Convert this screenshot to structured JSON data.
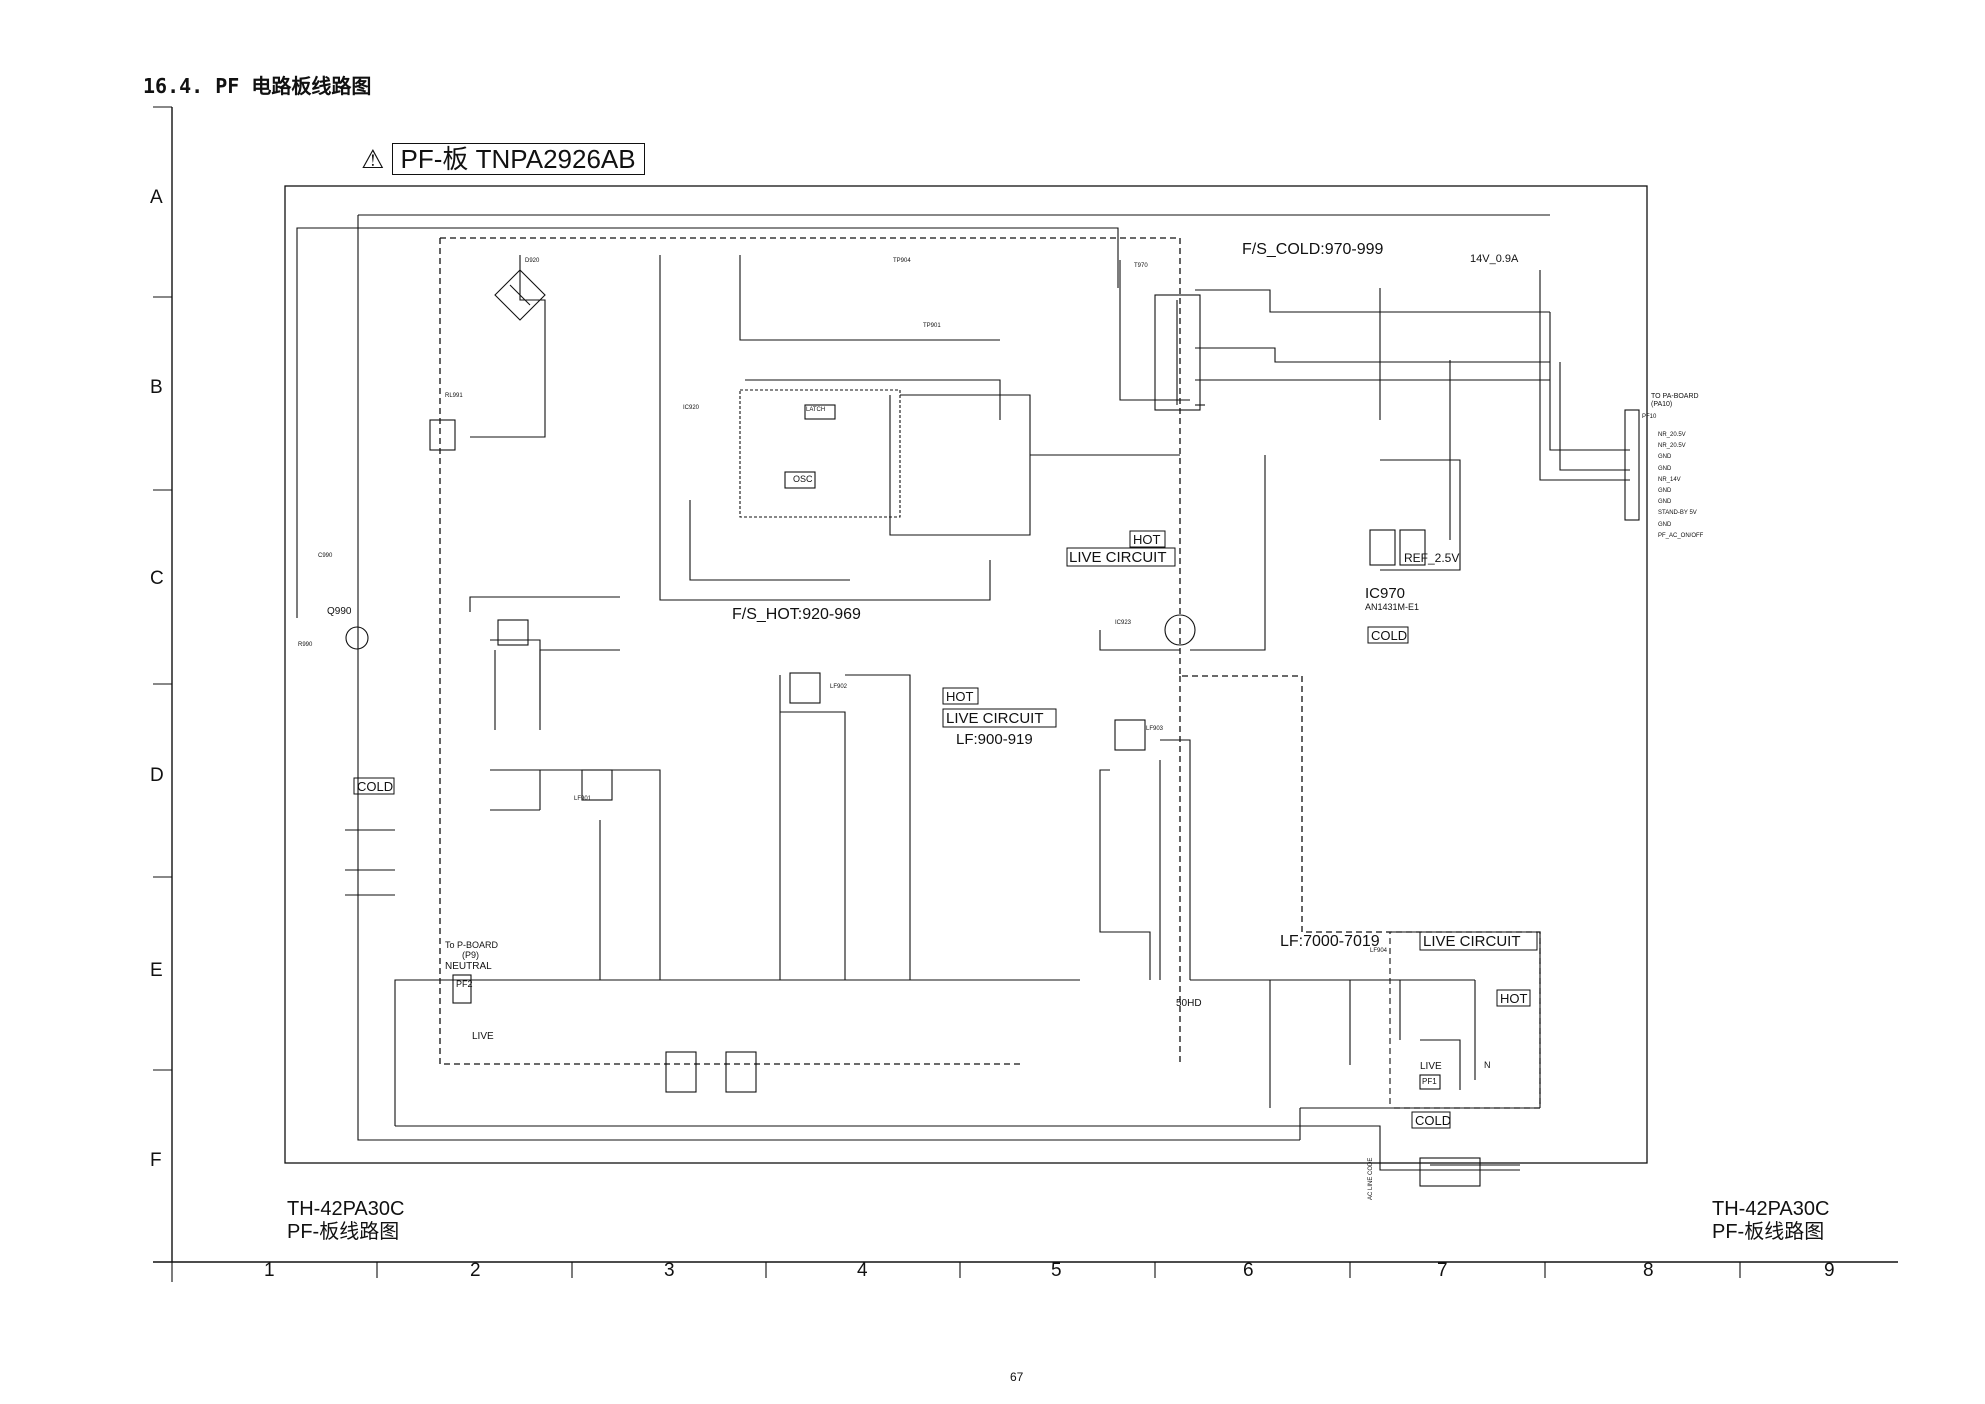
{
  "heading": "16.4. PF 电路板线路图",
  "board": {
    "warning_symbol": "⚠",
    "title": "PF-板 TNPA2926AB"
  },
  "row_labels": [
    "A",
    "B",
    "C",
    "D",
    "E",
    "F"
  ],
  "column_labels": [
    "1",
    "2",
    "3",
    "4",
    "5",
    "6",
    "7",
    "8",
    "9"
  ],
  "model_left": {
    "line1": "TH-42PA30C",
    "line2": "PF-板线路图"
  },
  "model_right": {
    "line1": "TH-42PA30C",
    "line2": "PF-板线路图"
  },
  "page_number": "67",
  "colors": {
    "line": "#111111",
    "background": "#ffffff"
  },
  "blocks": {
    "fs_cold": "F/S_COLD:970-999",
    "fs_hot": "F/S_HOT:920-969",
    "lf_900": "LF:900-919",
    "lf_7000": "LF:7000-7019",
    "hot": "HOT",
    "cold": "COLD",
    "live_circuit": "LIVE CIRCUIT",
    "out_14v": "14V_0.9A",
    "ic970": "IC970",
    "ic970_part": "AN1431M-E1",
    "ref": "REF_2.5V",
    "neutral": "NEUTRAL",
    "live": "LIVE",
    "to_p_board": "To P-BOARD",
    "p9": "(P9)",
    "pf2": "PF2",
    "pf1": "PF1",
    "pf10": "PF10",
    "to_pa_board": "TO PA-BOARD",
    "pa10": "(PA10)",
    "q990": "Q990",
    "hd50": "50HD",
    "n": "N"
  },
  "connector_pins": [
    "NR_20.5V",
    "NR_20.5V",
    "GND",
    "GND",
    "NR_14V",
    "GND",
    "GND",
    "STAND-BY 5V",
    "GND",
    "PF_AC_ON/OFF"
  ],
  "component_labels": {
    "d920": "D920",
    "ic920": "IC920",
    "t970": "T970",
    "ic923": "IC923",
    "lf901": "LF901",
    "lf902": "LF902",
    "lf903": "LF903",
    "lf904": "LF904",
    "c990": "C990",
    "r990": "R990",
    "rl991": "RL991",
    "tp904": "TP904",
    "tp901": "TP901",
    "osc": "OSC",
    "latch": "LATCH",
    "ac_line_code": "AC LINE CODE"
  }
}
